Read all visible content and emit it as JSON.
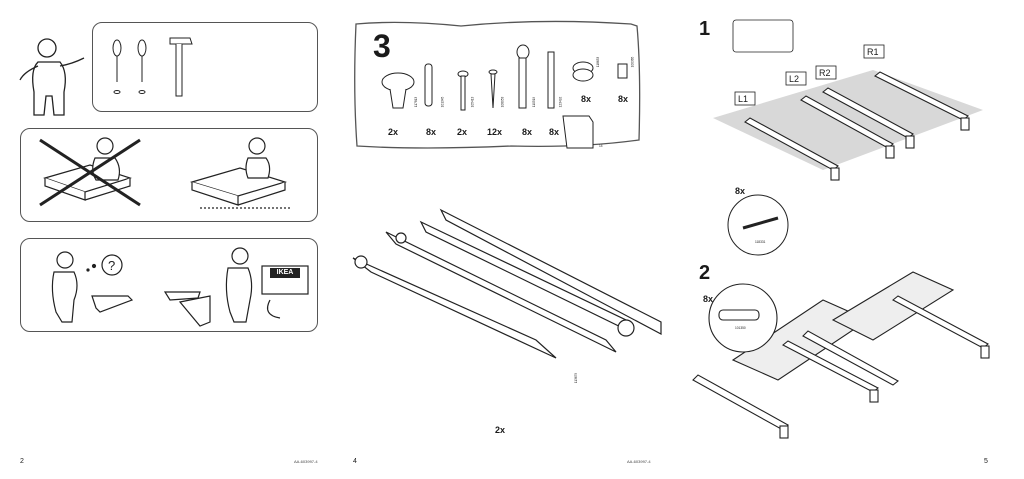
{
  "page2": {
    "page_number": "2",
    "doc_code": "AA-603997-4",
    "sign_text": "IKEA"
  },
  "page4": {
    "page_number": "4",
    "doc_code": "AA-603997-4",
    "bag_number": "3",
    "hardware": [
      {
        "code": "117813",
        "qty": "2x"
      },
      {
        "code": "101345",
        "qty": "8x"
      },
      {
        "code": "105413",
        "qty": "2x"
      },
      {
        "code": "108053",
        "qty": "12x"
      },
      {
        "code": "110519",
        "qty": "8x"
      },
      {
        "code": "123492",
        "qty": "8x"
      },
      {
        "code": "118633",
        "qty": "8x"
      },
      {
        "code": "100365",
        "qty": "8x"
      }
    ],
    "note_page": "14",
    "rail_code": "113679",
    "rail_qty": "2x"
  },
  "page5": {
    "page_number": "5",
    "step1_number": "1",
    "step2_number": "2",
    "label_l1": "L1",
    "label_l2": "L2",
    "label_r1": "R1",
    "label_r2": "R2",
    "step1_qty": "8x",
    "step1_part_code": "118331",
    "step2_qty": "8x",
    "step2_part_code": "101350"
  }
}
